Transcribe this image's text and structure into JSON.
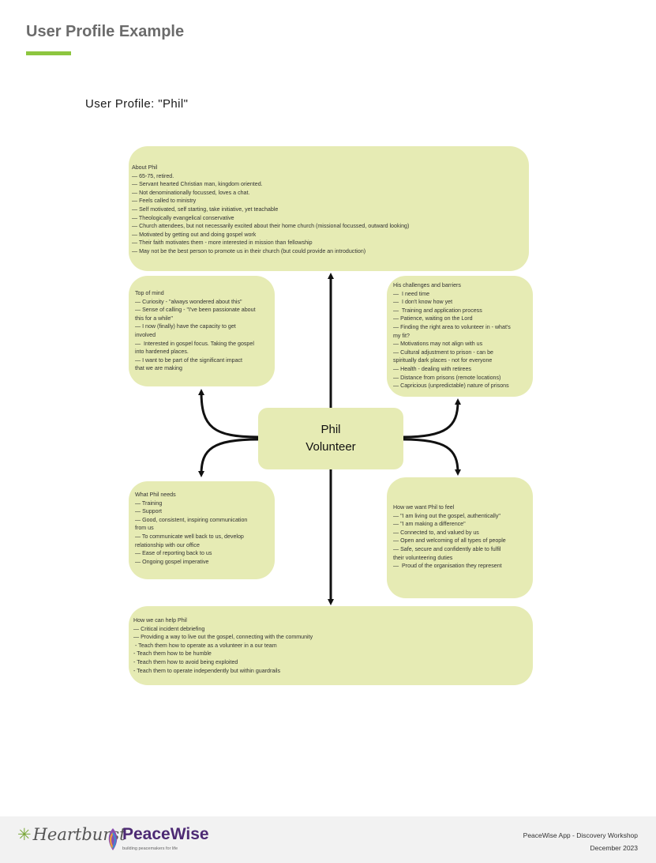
{
  "page": {
    "title": "User Profile Example",
    "subtitle": "User Profile: \"Phil\""
  },
  "colors": {
    "accent_bar": "#8dc63f",
    "box_fill": "#e6ebb4",
    "arrow": "#111111",
    "brand_purple": "#4d2a74"
  },
  "center": {
    "line1": "Phil",
    "line2": "Volunteer"
  },
  "about": {
    "heading": "About Phil",
    "lines": [
      "— 65-75, retired.",
      "— Servant hearted Christian man, kingdom oriented.",
      "— Not denominationally focussed, loves a chat.",
      "— Feels called to ministry",
      "— Self motivated, self starting, take initiative, yet teachable",
      "— Theologically evangelical conservative",
      "— Church attendees, but not necessarily excited about their home church (missional focussed, outward looking)",
      "— Motivated by getting out and doing gospel work",
      "— Their faith motivates them - more interested in mission than fellowship",
      "— May not be the best person to promote us in their church (but could provide an introduction)"
    ]
  },
  "top_of_mind": {
    "heading": "Top of mind",
    "lines": [
      "— Curiosity - \"always wondered about this\"",
      "— Sense of calling - \"I've been passionate about",
      "this for a while\"",
      "— I now (finally) have the capacity to get",
      "involved",
      "—  Interested in gospel focus. Taking the gospel",
      "into hardened places.",
      "— I want to be part of the significant impact",
      "that we are making"
    ]
  },
  "challenges": {
    "heading": "His challenges and barriers",
    "lines": [
      "—  I need time",
      "—  I don't know how yet",
      "—  Training and application process",
      "— Patience, waiting on the Lord",
      "— Finding the right area to volunteer in - what's",
      "my fit?",
      "— Motivations may not align with us",
      "— Cultural adjustment to prison - can be",
      "spiritually dark places - not for everyone",
      "— Health - dealing with retirees",
      "— Distance from prisons (remote locations)",
      "— Capricious (unpredictable) nature of prisons"
    ]
  },
  "needs": {
    "heading": "What Phil needs",
    "lines": [
      "— Training",
      "— Support",
      "— Good, consistent, inspiring communication",
      "from us",
      "— To communicate well back to us, develop",
      "relationship with our office",
      "— Ease of reporting back to us",
      "— Ongoing gospel imperative"
    ]
  },
  "feel": {
    "heading": "How we want Phil to feel",
    "lines": [
      "— \"I am living out the gospel, authentically\"",
      "— \"I am making a difference\"",
      "— Connected to, and valued by us",
      "— Open and welcoming of all types of people",
      "— Safe, secure and confidently able to fulfil",
      "their volunteering duties",
      "—  Proud of the organisation they represent"
    ]
  },
  "help": {
    "heading": "How we can help Phil",
    "lines": [
      "— Critical incident debriefing",
      "— Providing a way to live out the gospel, connecting with the community",
      " - Teach them how to operate as a volunteer in a our team",
      "- Teach them how to be humble",
      "- Teach them how to avoid being exploited",
      "- Teach them to operate independently but within guardrails"
    ]
  },
  "footer": {
    "logo_heartburst": "Heartburst",
    "logo_peacewise": "PeaceWise",
    "logo_peacewise_tagline": "building peacemakers for life",
    "line1": "PeaceWise App - Discovery Workshop",
    "line2": "December 2023"
  }
}
